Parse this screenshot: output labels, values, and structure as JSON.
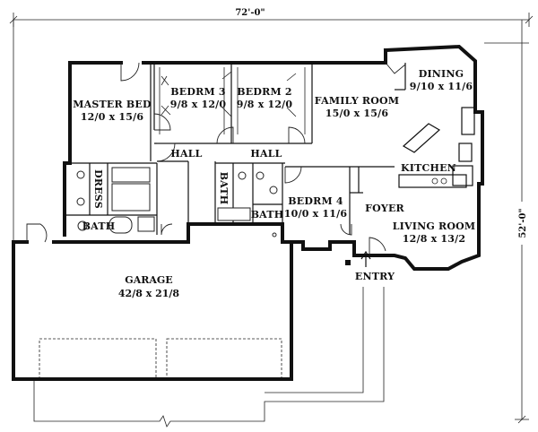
{
  "dimensions": {
    "overall_width": "72'-0\"",
    "overall_depth": "52'-0\""
  },
  "rooms": {
    "master_bed": {
      "name": "MASTER BED",
      "size": "12/0 x 15/6"
    },
    "bedroom_3": {
      "name": "BEDRM 3",
      "size": "9/8 x 12/0"
    },
    "bedroom_2": {
      "name": "BEDRM 2",
      "size": "9/8 x 12/0"
    },
    "family_room": {
      "name": "FAMILY ROOM",
      "size": "15/0 x 15/6"
    },
    "dining": {
      "name": "DINING",
      "size": "9/10 x 11/6"
    },
    "kitchen": {
      "name": "KITCHEN"
    },
    "bedroom_4": {
      "name": "BEDRM 4",
      "size": "10/0 x 11/6"
    },
    "foyer": {
      "name": "FOYER"
    },
    "living_room": {
      "name": "LIVING ROOM",
      "size": "12/8 x 13/2"
    },
    "garage": {
      "name": "GARAGE",
      "size": "42/8 x 21/8"
    },
    "entry": {
      "name": "ENTRY"
    },
    "hall_1": {
      "name": "HALL"
    },
    "hall_2": {
      "name": "HALL"
    },
    "dress": {
      "name": "DRESS"
    },
    "master_bath": {
      "name": "BATH"
    },
    "bath_2": {
      "name": "BATH"
    },
    "bath_3": {
      "name": "BATH"
    }
  }
}
